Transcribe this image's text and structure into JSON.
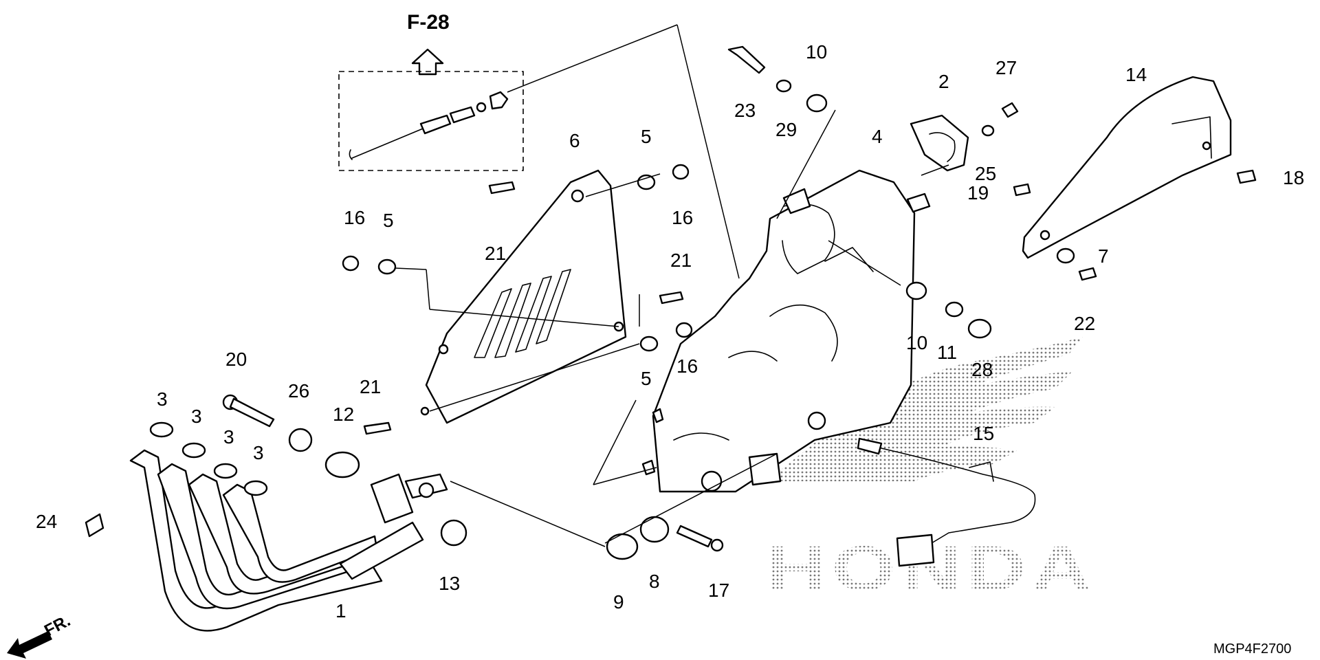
{
  "reference": {
    "label": "F-28"
  },
  "front_marker": {
    "label": "FR."
  },
  "watermark": {
    "brand": "HONDA"
  },
  "drawing_code": "MGP4F2700",
  "callouts": [
    {
      "id": "c1",
      "label": "1"
    },
    {
      "id": "c2",
      "label": "2"
    },
    {
      "id": "c3a",
      "label": "3"
    },
    {
      "id": "c3b",
      "label": "3"
    },
    {
      "id": "c3c",
      "label": "3"
    },
    {
      "id": "c3d",
      "label": "3"
    },
    {
      "id": "c4",
      "label": "4"
    },
    {
      "id": "c5a",
      "label": "5"
    },
    {
      "id": "c5b",
      "label": "5"
    },
    {
      "id": "c5c",
      "label": "5"
    },
    {
      "id": "c6",
      "label": "6"
    },
    {
      "id": "c7",
      "label": "7"
    },
    {
      "id": "c8",
      "label": "8"
    },
    {
      "id": "c9",
      "label": "9"
    },
    {
      "id": "c10a",
      "label": "10"
    },
    {
      "id": "c10b",
      "label": "10"
    },
    {
      "id": "c11",
      "label": "11"
    },
    {
      "id": "c12",
      "label": "12"
    },
    {
      "id": "c13",
      "label": "13"
    },
    {
      "id": "c14",
      "label": "14"
    },
    {
      "id": "c15",
      "label": "15"
    },
    {
      "id": "c16a",
      "label": "16"
    },
    {
      "id": "c16b",
      "label": "16"
    },
    {
      "id": "c16c",
      "label": "16"
    },
    {
      "id": "c17",
      "label": "17"
    },
    {
      "id": "c18",
      "label": "18"
    },
    {
      "id": "c19",
      "label": "19"
    },
    {
      "id": "c20",
      "label": "20"
    },
    {
      "id": "c21a",
      "label": "21"
    },
    {
      "id": "c21b",
      "label": "21"
    },
    {
      "id": "c21c",
      "label": "21"
    },
    {
      "id": "c22",
      "label": "22"
    },
    {
      "id": "c23",
      "label": "23"
    },
    {
      "id": "c24",
      "label": "24"
    },
    {
      "id": "c25",
      "label": "25"
    },
    {
      "id": "c26",
      "label": "26"
    },
    {
      "id": "c27",
      "label": "27"
    },
    {
      "id": "c28",
      "label": "28"
    },
    {
      "id": "c29",
      "label": "29"
    }
  ]
}
